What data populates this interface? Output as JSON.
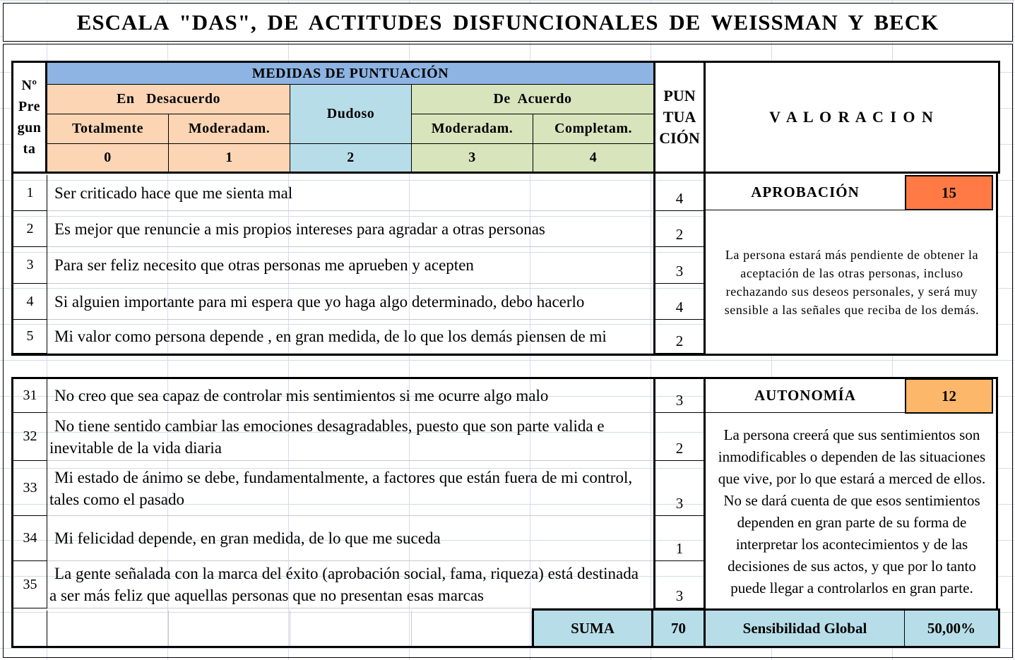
{
  "title": "ESCALA \"DAS\", DE  ACTITUDES  DISFUNCIONALES  DE  WEISSMAN  Y BECK",
  "header": {
    "pregunta": [
      "Nº",
      "Pre",
      "gun",
      "ta"
    ],
    "medidas": "MEDIDAS  DE  PUNTUACIÓN",
    "desacuerdo": "En   Desacuerdo",
    "dudoso": "Dudoso",
    "acuerdo": "De  Acuerdo",
    "totalmente": "Totalmente",
    "moderadam1": "Moderadam.",
    "moderadam2": "Moderadam.",
    "completam": "Completam.",
    "v0": "0",
    "v1": "1",
    "v2": "2",
    "v3": "3",
    "v4": "4",
    "puntuacion": [
      "PUN",
      "TUA",
      "CIÓN"
    ],
    "valoracion": "V A L O R A C I O N"
  },
  "section1": {
    "rows": [
      {
        "n": "1",
        "text": "Ser criticado hace que me sienta mal",
        "score": "4"
      },
      {
        "n": "2",
        "text": "Es mejor que renuncie a mis propios intereses para agradar a otras personas",
        "score": "2"
      },
      {
        "n": "3",
        "text": "Para ser feliz necesito que otras personas me aprueben y acepten",
        "score": "3"
      },
      {
        "n": "4",
        "text": "Si alguien importante para mi espera que yo haga algo determinado, debo hacerlo",
        "score": "4"
      },
      {
        "n": "5",
        "text": "Mi valor como persona depende , en gran medida, de lo que los demás piensen de mi",
        "score": "2"
      }
    ],
    "category": "APROBACIÓN",
    "cat_score": "15",
    "cat_color": "#ff7a45",
    "description": "La persona estará más pendiente de obtener la aceptación de las otras personas, incluso rechazando sus deseos personales, y será muy sensible a las señales que reciba de los demás."
  },
  "section2": {
    "rows": [
      {
        "n": "31",
        "text": "No creo que sea capaz de controlar mis sentimientos si me ocurre algo malo",
        "score": "3"
      },
      {
        "n": "32",
        "text": "No tiene sentido cambiar las emociones desagradables, puesto que son parte valida e",
        "text2": "inevitable de la vida diaria",
        "score": "2"
      },
      {
        "n": "33",
        "text": "Mi estado de ánimo se debe, fundamentalmente, a factores que están fuera de mi control,",
        "text2": "tales como el pasado",
        "score": "3"
      },
      {
        "n": "34",
        "text": "Mi felicidad depende, en gran medida, de lo que me suceda",
        "score": "1"
      },
      {
        "n": "35",
        "text": "La gente señalada con la marca del éxito (aprobación social, fama, riqueza) está destinada",
        "text2": "a ser más feliz que aquellas personas que no presentan esas marcas",
        "score": "3"
      }
    ],
    "category": "AUTONOMÍA",
    "cat_score": "12",
    "cat_color": "#fcb76a",
    "description": "La persona creerá que sus sentimientos son inmodificables o dependen de las situaciones que vive, por lo que estará a merced de ellos. No se dará cuenta de que esos sentimientos dependen en gran parte de su forma de interpretar los acontecimientos y de las decisiones de sus actos, y que por lo tanto puede llegar a controlarlos en gran parte."
  },
  "footer": {
    "suma_label": "SUMA",
    "suma_value": "70",
    "global_label": "Sensibilidad Global",
    "global_value": "50,00%"
  }
}
